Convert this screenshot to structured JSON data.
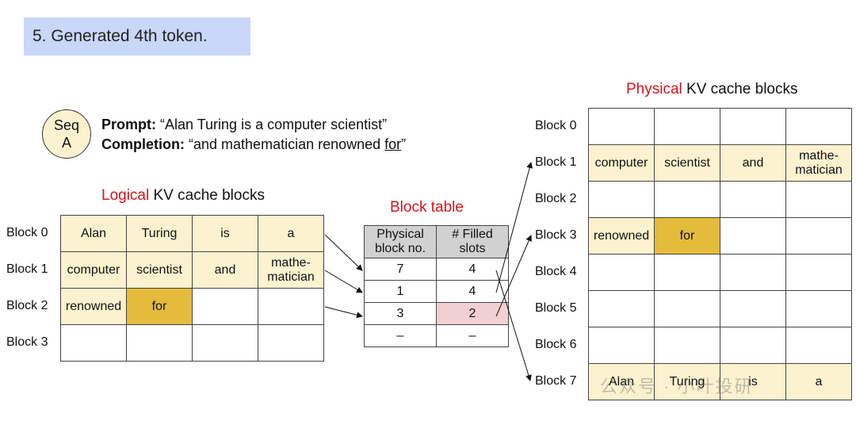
{
  "header": {
    "step_title": "5. Generated 4th token."
  },
  "sequence": {
    "badge_line1": "Seq",
    "badge_line2": "A",
    "prompt_label": "Prompt:",
    "prompt_text": "“Alan Turing is a computer scientist”",
    "completion_label": "Completion:",
    "completion_text_before": "“and mathematician renowned ",
    "completion_underlined": "for",
    "completion_text_after": "”"
  },
  "logical": {
    "title_highlight": "Logical",
    "title_rest": " KV cache blocks",
    "blocks": [
      {
        "label": "Block 0",
        "cells": [
          "Alan",
          "Turing",
          "is",
          "a"
        ]
      },
      {
        "label": "Block 1",
        "cells": [
          "computer",
          "scientist",
          "and",
          "mathe-\nmatician"
        ]
      },
      {
        "label": "Block 2",
        "cells": [
          "renowned",
          "for",
          "",
          ""
        ]
      },
      {
        "label": "Block 3",
        "cells": [
          "",
          "",
          "",
          ""
        ]
      }
    ]
  },
  "block_table": {
    "title": "Block table",
    "headers": [
      "Physical\nblock no.",
      "# Filled\nslots"
    ],
    "rows": [
      [
        "7",
        "4"
      ],
      [
        "1",
        "4"
      ],
      [
        "3",
        "2"
      ],
      [
        "–",
        "–"
      ]
    ]
  },
  "physical": {
    "title_highlight": "Physical",
    "title_rest": " KV cache blocks",
    "blocks": [
      {
        "label": "Block 0",
        "cells": [
          "",
          "",
          "",
          ""
        ]
      },
      {
        "label": "Block 1",
        "cells": [
          "computer",
          "scientist",
          "and",
          "mathe-\nmatician"
        ]
      },
      {
        "label": "Block 2",
        "cells": [
          "",
          "",
          "",
          ""
        ]
      },
      {
        "label": "Block 3",
        "cells": [
          "renowned",
          "for",
          "",
          ""
        ]
      },
      {
        "label": "Block 4",
        "cells": [
          "",
          "",
          "",
          ""
        ]
      },
      {
        "label": "Block 5",
        "cells": [
          "",
          "",
          "",
          ""
        ]
      },
      {
        "label": "Block 6",
        "cells": [
          "",
          "",
          "",
          ""
        ]
      },
      {
        "label": "Block 7",
        "cells": [
          "Alan",
          "Turing",
          "is",
          "a"
        ]
      }
    ]
  },
  "watermark": "公众号 · 小叶投研",
  "colors": {
    "banner": "#c9d7f8",
    "filled_cell": "#fdf2cf",
    "new_token_cell": "#e5bb3c",
    "updated_slot_cell": "#f1cfd2",
    "table_header": "#d1d1d1",
    "highlight_text": "#d9141a"
  }
}
